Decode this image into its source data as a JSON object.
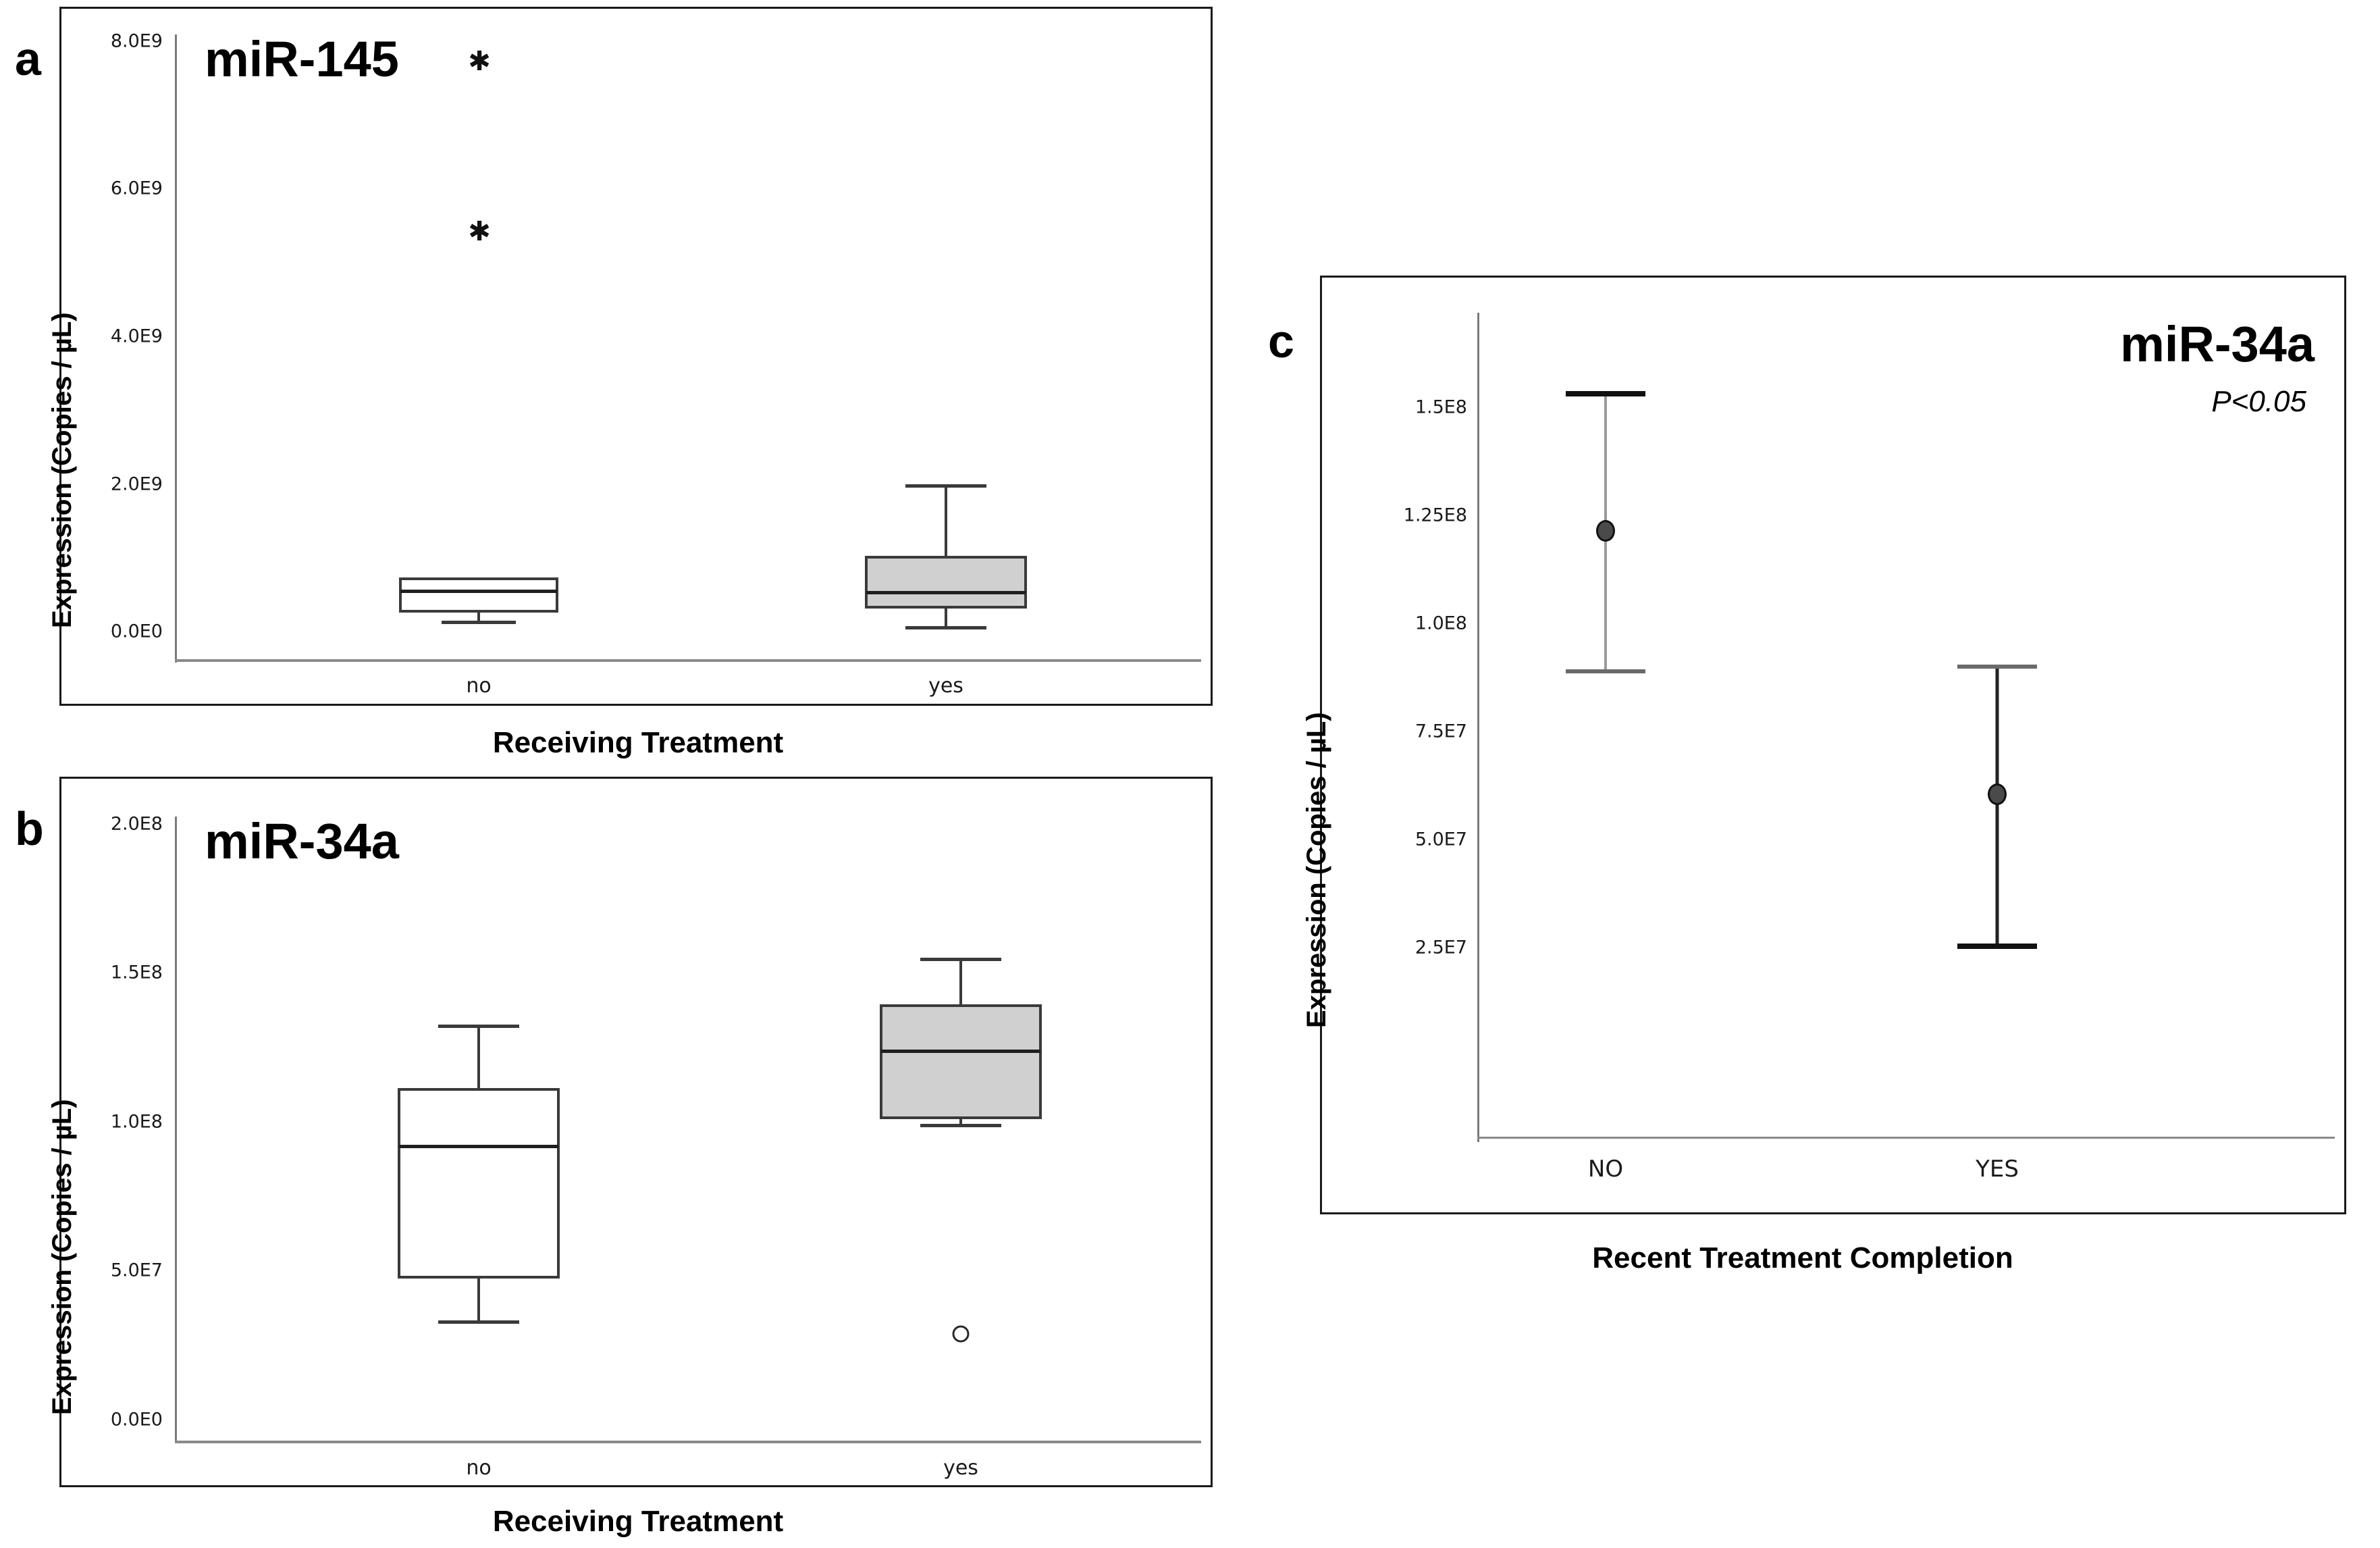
{
  "figure": {
    "background": "#ffffff",
    "accent_fill": "#d0d0d0",
    "line_color": "#3a3a3a"
  },
  "panels": {
    "a": {
      "letter": "a",
      "series_title": "miR-145",
      "ylabel": "Expression (Copies / µL)",
      "xlabel": "Receiving Treatment",
      "yticks": [
        "8.0E9",
        "6.0E9",
        "4.0E9",
        "2.0E9",
        "0.0E0"
      ],
      "xticks": [
        "no",
        "yes"
      ]
    },
    "b": {
      "letter": "b",
      "series_title": "miR-34a",
      "ylabel": "Expression (Copies / µL)",
      "xlabel": "Receiving Treatment",
      "yticks": [
        "2.0E8",
        "1.5E8",
        "1.0E8",
        "5.0E7",
        "0.0E0"
      ],
      "xticks": [
        "no",
        "yes"
      ]
    },
    "c": {
      "letter": "c",
      "series_title": "miR-34a",
      "pvalue": "P<0.05",
      "ylabel": "Expression (Copies / µL)",
      "xlabel": "Recent Treatment Completion",
      "yticks": [
        "1.5E8",
        "1.25E8",
        "1.0E8",
        "7.5E7",
        "5.0E7",
        "2.5E7"
      ],
      "xticks": [
        "NO",
        "YES"
      ]
    }
  },
  "chart_data": [
    {
      "panel": "a",
      "type": "box",
      "title": "miR-145",
      "xlabel": "Receiving Treatment",
      "ylabel": "Expression (Copies / µL)",
      "ylim": [
        0,
        8000000000.0
      ],
      "ytick_values": [
        0,
        2000000000.0,
        4000000000.0,
        6000000000.0,
        8000000000.0
      ],
      "ytick_labels": [
        "0.0E0",
        "2.0E9",
        "4.0E9",
        "6.0E9",
        "8.0E9"
      ],
      "grid": false,
      "legend": "none",
      "categories": [
        "no",
        "yes"
      ],
      "boxes": [
        {
          "category": "no",
          "fill": "#ffffff",
          "whisker_low": 120000000.0,
          "q1": 180000000.0,
          "median": 470000000.0,
          "q3": 640000000.0,
          "whisker_high": 640000000.0,
          "outliers": [
            6700000000.0,
            4430000000.0
          ]
        },
        {
          "category": "yes",
          "fill": "#d0d0d0",
          "whisker_low": 120000000.0,
          "q1": 260000000.0,
          "median": 430000000.0,
          "q3": 920000000.0,
          "whisker_high": 1890000000.0,
          "outliers": []
        }
      ]
    },
    {
      "panel": "b",
      "type": "box",
      "title": "miR-34a",
      "xlabel": "Receiving Treatment",
      "ylabel": "Expression (Copies / µL)",
      "ylim": [
        0,
        200000000.0
      ],
      "ytick_values": [
        0,
        50000000.0,
        100000000.0,
        150000000.0,
        200000000.0
      ],
      "ytick_labels": [
        "0.0E0",
        "5.0E7",
        "1.0E8",
        "1.5E8",
        "2.0E8"
      ],
      "grid": false,
      "legend": "none",
      "categories": [
        "no",
        "yes"
      ],
      "boxes": [
        {
          "category": "no",
          "fill": "#ffffff",
          "whisker_low": 10000000.0,
          "q1": 41000000.0,
          "median": 91000000.0,
          "q3": 112000000.0,
          "whisker_high": 133000000.0,
          "outliers": []
        },
        {
          "category": "yes",
          "fill": "#d0d0d0",
          "whisker_low": 99000000.0,
          "q1": 102000000.0,
          "median": 125000000.0,
          "q3": 143000000.0,
          "whisker_high": 160000000.0,
          "outliers": [
            22000000.0
          ]
        }
      ]
    },
    {
      "panel": "c",
      "type": "errorbar",
      "title": "miR-34a",
      "annotation": "P<0.05",
      "xlabel": "Recent Treatment Completion",
      "ylabel": "Expression (Copies / µL)",
      "ylim": [
        16000000.0,
        160000000.0
      ],
      "ytick_values": [
        25000000.0,
        50000000.0,
        75000000.0,
        100000000.0,
        125000000.0,
        150000000.0
      ],
      "ytick_labels": [
        "2.5E7",
        "5.0E7",
        "7.5E7",
        "1.0E8",
        "1.25E8",
        "1.5E8"
      ],
      "grid": false,
      "legend": "none",
      "categories": [
        "NO",
        "YES"
      ],
      "points": [
        {
          "category": "NO",
          "mean": 127500000.0,
          "ci_low": 100500000.0,
          "ci_high": 154500000.0
        },
        {
          "category": "YES",
          "mean": 70000000.0,
          "ci_low": 39500000.0,
          "ci_high": 100500000.0
        }
      ]
    }
  ]
}
